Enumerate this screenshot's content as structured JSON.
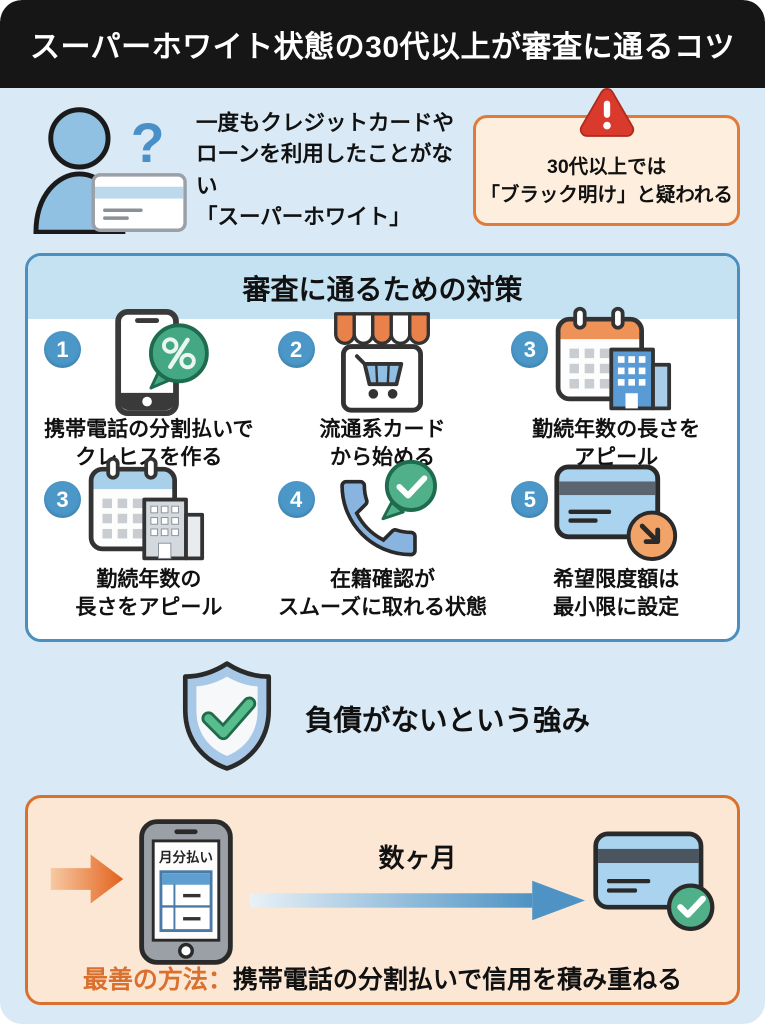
{
  "title": "スーパーホワイト状態の30代以上が審査に通るコツ",
  "intro": {
    "question_mark": "?",
    "description_lines": [
      "一度もクレジットカードや",
      "ローンを利用したことがない",
      "「スーパーホワイト」"
    ],
    "warning_lines": [
      "30代以上では",
      "「ブラック明け」と疑われる"
    ]
  },
  "measures": {
    "header": "審査に通るための対策",
    "items": [
      {
        "number": "1",
        "icon": "smartphone-percent-icon",
        "line1": "携帯電話の分割払いで",
        "line2": "クレヒスを作る"
      },
      {
        "number": "2",
        "icon": "store-cart-icon",
        "line1": "流通系カード",
        "line2": "から始める"
      },
      {
        "number": "3",
        "icon": "calendar-building-orange-icon",
        "line1": "勤続年数の長さを",
        "line2": "アピール"
      },
      {
        "number": "3",
        "icon": "calendar-building-blue-icon",
        "line1": "勤続年数の",
        "line2": "長さをアピール"
      },
      {
        "number": "4",
        "icon": "phone-check-icon",
        "line1": "在籍確認が",
        "line2": "スムーズに取れる状態"
      },
      {
        "number": "5",
        "icon": "card-limit-down-icon",
        "line1": "希望限度額は",
        "line2": "最小限に設定"
      }
    ]
  },
  "strength": {
    "label": "負債がないという強み"
  },
  "conclusion": {
    "phone_screen_label": "月分払い",
    "arrow_label": "数ヶ月",
    "highlight": "最善の方法：",
    "text": "携帯電話の分割払いで信用を積み重ねる"
  },
  "colors": {
    "background": "#d9eaf6",
    "title_bar": "#161616",
    "card_border": "#4a8fc0",
    "card_header_bg": "#c5e2f2",
    "badge_blue": "#4a97c8",
    "warning_bg": "#fdeedd",
    "warning_border": "#e07b39",
    "alert_red": "#d93a2b",
    "green": "#4fb08a",
    "conclusion_bg": "#fce7d4",
    "conclusion_border": "#d9702e",
    "highlight_orange": "#d9702e",
    "arrow_blue": "#4e93c4",
    "arrow_orange": "#e2621c"
  }
}
